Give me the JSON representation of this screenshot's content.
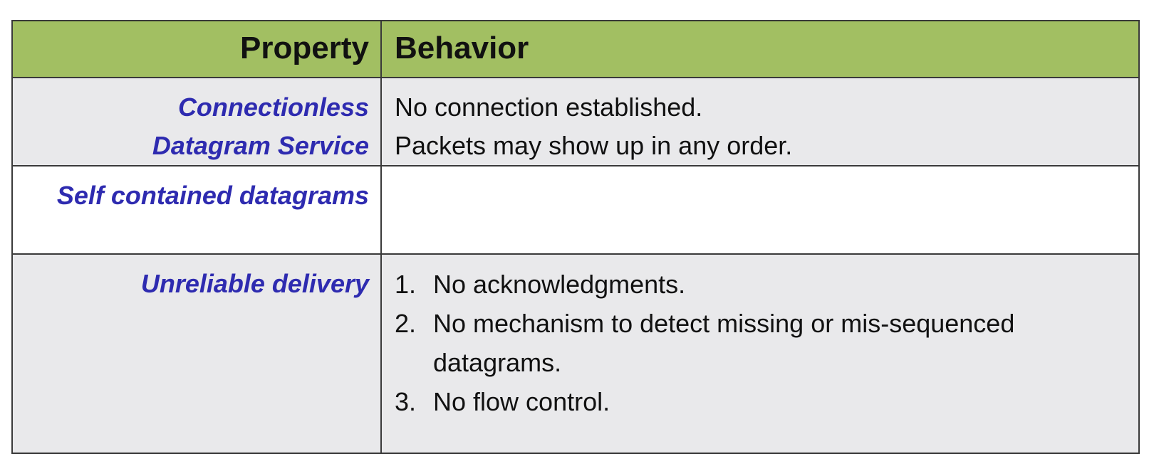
{
  "table": {
    "header": {
      "property": "Property",
      "behavior": "Behavior"
    },
    "rows": [
      {
        "property_lines": [
          "Connectionless",
          "Datagram Service"
        ],
        "behavior_lines": [
          "No connection established.",
          "Packets may show up in any order."
        ]
      },
      {
        "property_lines": [
          "Self contained datagrams"
        ],
        "behavior_lines": []
      },
      {
        "property_lines": [
          "Unreliable delivery"
        ],
        "behavior_list": [
          {
            "num": "1.",
            "text": "No acknowledgments."
          },
          {
            "num": "2.",
            "text": "No mechanism to detect missing or mis-sequenced datagrams."
          },
          {
            "num": "3.",
            "text": "No flow control."
          }
        ]
      }
    ]
  },
  "colors": {
    "header_bg": "#a2bf62",
    "row_bg": "#e9e9eb",
    "property_text": "#2e2bb0",
    "border": "#3a3a3a"
  }
}
